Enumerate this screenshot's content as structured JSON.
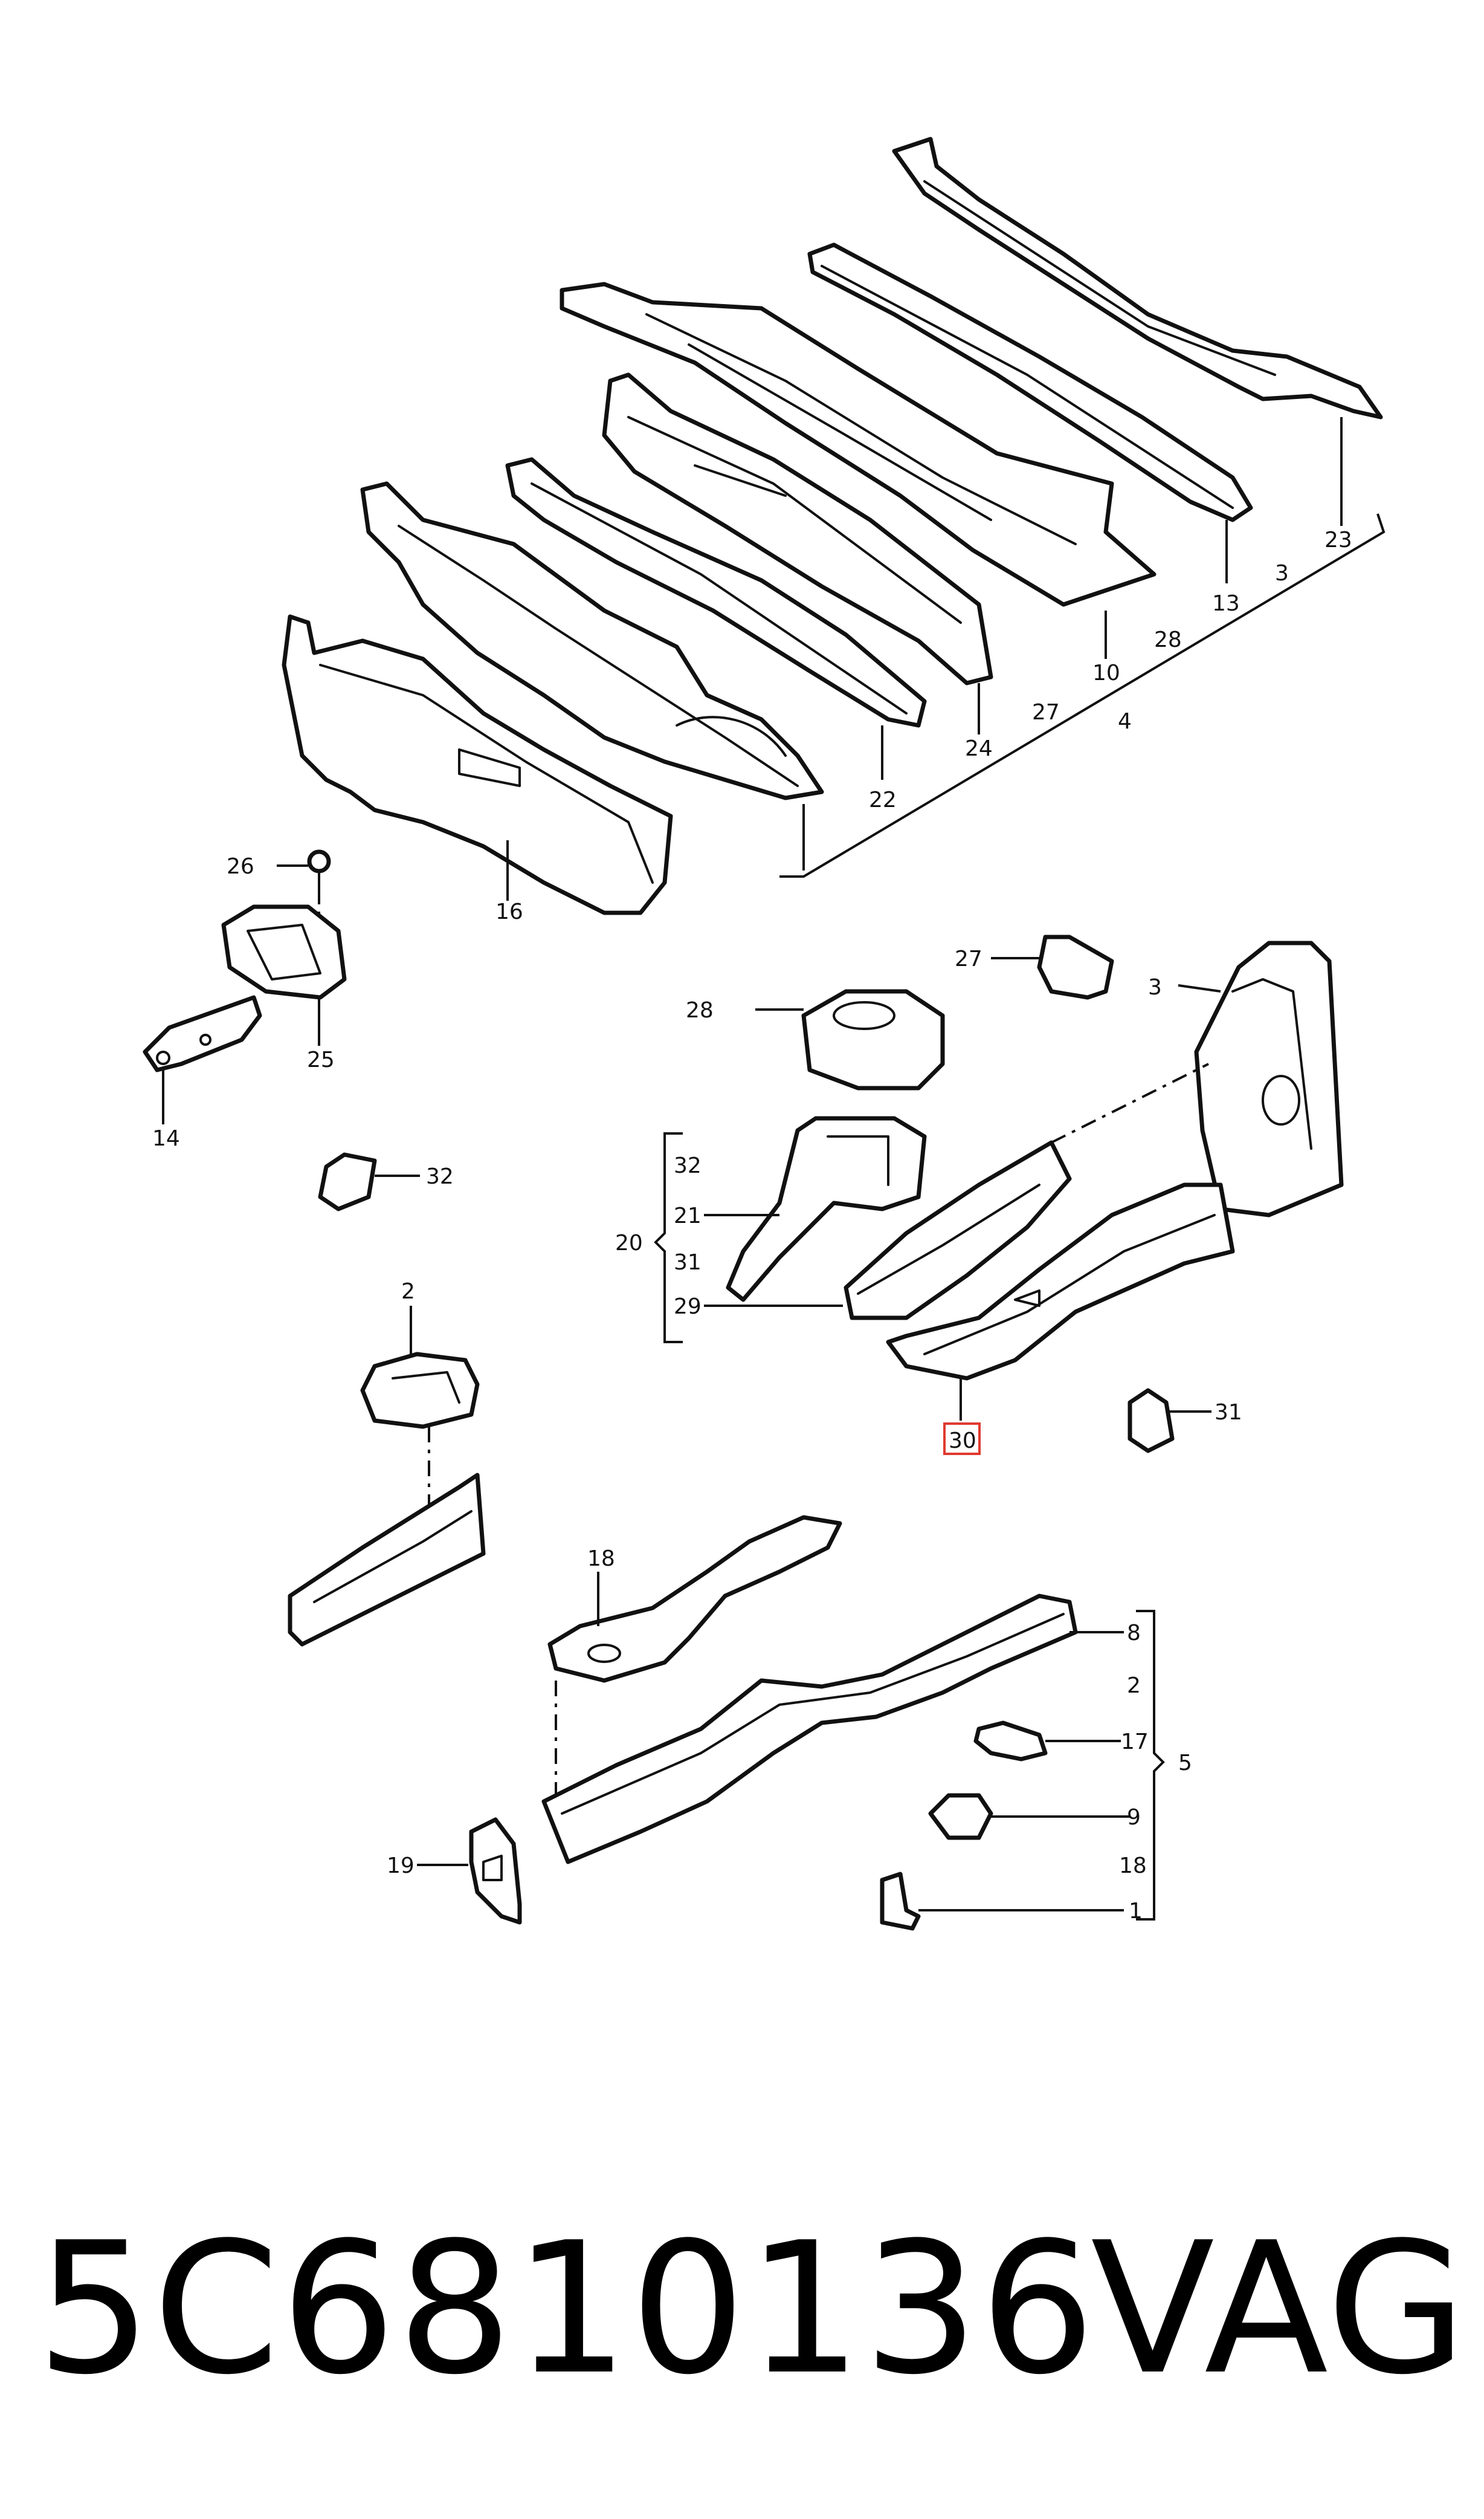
{
  "diagram": {
    "callouts": {
      "c1": "1",
      "c2a": "2",
      "c2b": "2",
      "c3a": "3",
      "c3b": "3",
      "c4": "4",
      "c5": "5",
      "c8": "8",
      "c9": "9",
      "c10": "10",
      "c13": "13",
      "c14": "14",
      "c16": "16",
      "c17": "17",
      "c18a": "18",
      "c18b": "18",
      "c19": "19",
      "c20": "20",
      "c21": "21",
      "c22": "22",
      "c23": "23",
      "c24": "24",
      "c25": "25",
      "c26": "26",
      "c27a": "27",
      "c27b": "27",
      "c28a": "28",
      "c28b": "28",
      "c29": "29",
      "c30": "30",
      "c31a": "31",
      "c31b": "31",
      "c32a": "32",
      "c32b": "32"
    },
    "highlighted_callout": "30",
    "highlight_color": "#e0392f"
  },
  "footer": {
    "part_number": "5C6810136",
    "brand": "VAG"
  }
}
